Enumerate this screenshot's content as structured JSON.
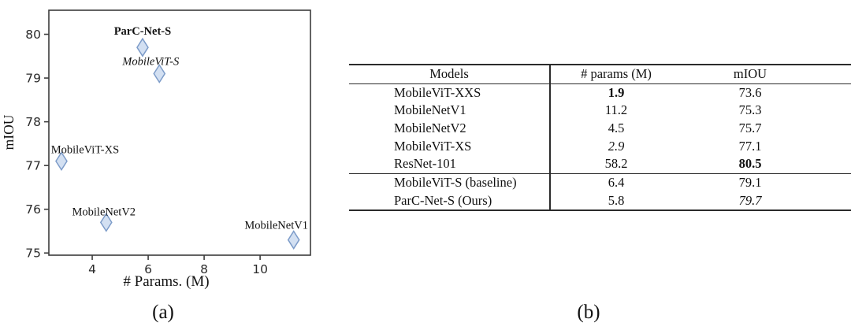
{
  "chart_data": [
    {
      "type": "scatter",
      "caption": "(a)",
      "xlabel": "# Params. (M)",
      "ylabel": "mIOU",
      "xlim": [
        2.45,
        11.8
      ],
      "ylim": [
        74.95,
        80.55
      ],
      "x_ticks": [
        "4",
        "6",
        "8",
        "10"
      ],
      "y_ticks": [
        "75",
        "76",
        "77",
        "78",
        "79",
        "80"
      ],
      "grid": false,
      "legend": "none",
      "marker": "thin-diamond",
      "colors": {
        "marker_fill": "#d3e0f2",
        "marker_stroke": "#7d9cc9",
        "axis": "#3c3c3c",
        "text": "#111111"
      },
      "points": [
        {
          "label": "ParC-Net-S",
          "x": 5.8,
          "y": 79.7,
          "emphasis": "bold",
          "label_dx": 0,
          "label_dy": -16
        },
        {
          "label": "MobileViT-S",
          "x": 6.4,
          "y": 79.1,
          "emphasis": "italic",
          "label_dx": -11,
          "label_dy": -11
        },
        {
          "label": "MobileViT-XS",
          "x": 2.9,
          "y": 77.1,
          "emphasis": "normal",
          "label_dx": 30,
          "label_dy": -10
        },
        {
          "label": "MobileNetV2",
          "x": 4.5,
          "y": 75.7,
          "emphasis": "normal",
          "label_dx": -3,
          "label_dy": -9
        },
        {
          "label": "MobileNetV1",
          "x": 11.2,
          "y": 75.3,
          "emphasis": "normal",
          "label_dx": -22,
          "label_dy": -14
        }
      ]
    },
    {
      "type": "table",
      "caption": "(b)",
      "headers": [
        "Models",
        "# params (M)",
        "mIOU"
      ],
      "groups": [
        {
          "rows": [
            {
              "model": "MobileViT-XXS",
              "params": "1.9",
              "params_style": "bold",
              "miou": "73.6",
              "miou_style": "normal"
            },
            {
              "model": "MobileNetV1",
              "params": "11.2",
              "params_style": "normal",
              "miou": "75.3",
              "miou_style": "normal"
            },
            {
              "model": "MobileNetV2",
              "params": "4.5",
              "params_style": "normal",
              "miou": "75.7",
              "miou_style": "normal"
            },
            {
              "model": "MobileViT-XS",
              "params": "2.9",
              "params_style": "italic",
              "miou": "77.1",
              "miou_style": "normal"
            },
            {
              "model": "ResNet-101",
              "params": "58.2",
              "params_style": "normal",
              "miou": "80.5",
              "miou_style": "bold"
            }
          ]
        },
        {
          "rows": [
            {
              "model": "MobileViT-S (baseline)",
              "params": "6.4",
              "params_style": "normal",
              "miou": "79.1",
              "miou_style": "normal"
            },
            {
              "model": "ParC-Net-S (Ours)",
              "params": "5.8",
              "params_style": "normal",
              "miou": "79.7",
              "miou_style": "italic"
            }
          ]
        }
      ]
    }
  ]
}
